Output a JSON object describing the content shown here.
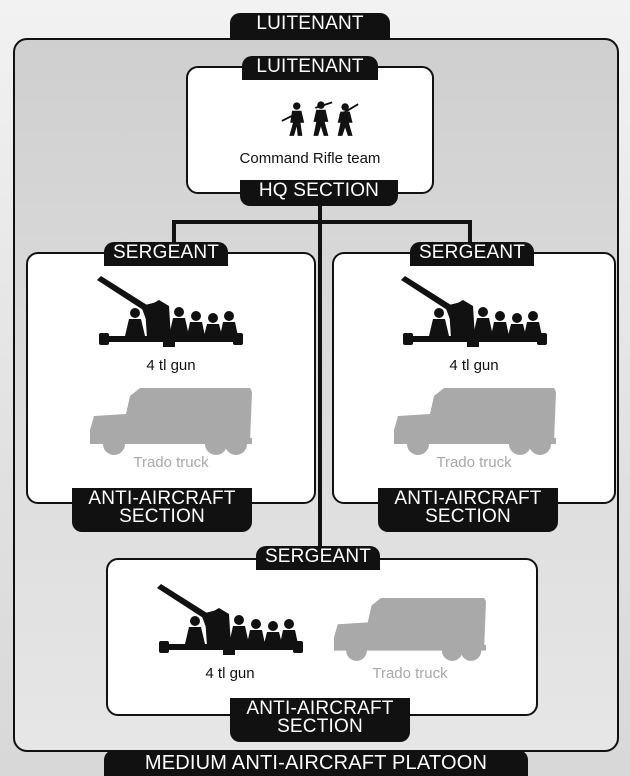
{
  "diagram": {
    "title_top": "LUITENANT",
    "title_bottom": "MEDIUM ANTI-AIRCRAFT PLATOON",
    "hq": {
      "top_tab": "LUITENANT",
      "unit_label": "Command Rifle team",
      "section_tab": "HQ SECTION"
    },
    "sections": [
      {
        "leader_tab": "SERGEANT",
        "gun_label": "4 tl gun",
        "truck_label": "Trado truck",
        "section_line1": "ANTI-AIRCRAFT",
        "section_line2": "SECTION"
      },
      {
        "leader_tab": "SERGEANT",
        "gun_label": "4 tl gun",
        "truck_label": "Trado truck",
        "section_line1": "ANTI-AIRCRAFT",
        "section_line2": "SECTION"
      },
      {
        "leader_tab": "SERGEANT",
        "gun_label": "4 tl gun",
        "truck_label": "Trado truck",
        "section_line1": "ANTI-AIRCRAFT",
        "section_line2": "SECTION"
      }
    ],
    "colors": {
      "ink": "#111111",
      "optional": "#a9a9a9",
      "panel": "#d4d4d4"
    },
    "icons": [
      "rifle-team-icon",
      "aa-gun-icon",
      "truck-icon"
    ]
  }
}
